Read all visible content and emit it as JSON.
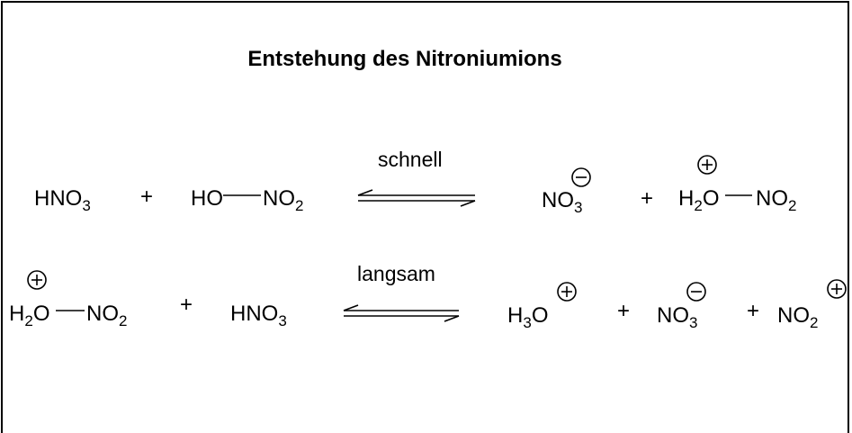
{
  "diagram": {
    "title": "Entstehung des Nitroniumions",
    "reaction1": {
      "reactant1": {
        "main": "HNO",
        "sub": "3"
      },
      "plus1": "+",
      "reactant2": {
        "left": "HO",
        "right": "NO",
        "sub": "2"
      },
      "condition": "schnell",
      "product1": {
        "main": "NO",
        "sub": "3",
        "charge": "minus"
      },
      "plus2": "+",
      "product2": {
        "h": "H",
        "hsub": "2",
        "o": "O",
        "right": "NO",
        "sub": "2",
        "charge": "plus"
      }
    },
    "reaction2": {
      "reactant1": {
        "h": "H",
        "hsub": "2",
        "o": "O",
        "right": "NO",
        "sub": "2",
        "charge": "plus"
      },
      "plus1": "+",
      "reactant2": {
        "main": "HNO",
        "sub": "3"
      },
      "condition": "langsam",
      "product1": {
        "h": "H",
        "hsub": "3",
        "o": "O",
        "charge": "plus"
      },
      "plus2": "+",
      "product2": {
        "main": "NO",
        "sub": "3",
        "charge": "minus"
      },
      "plus3": "+",
      "product3": {
        "main": "NO",
        "sub": "2",
        "charge": "plus"
      }
    }
  }
}
